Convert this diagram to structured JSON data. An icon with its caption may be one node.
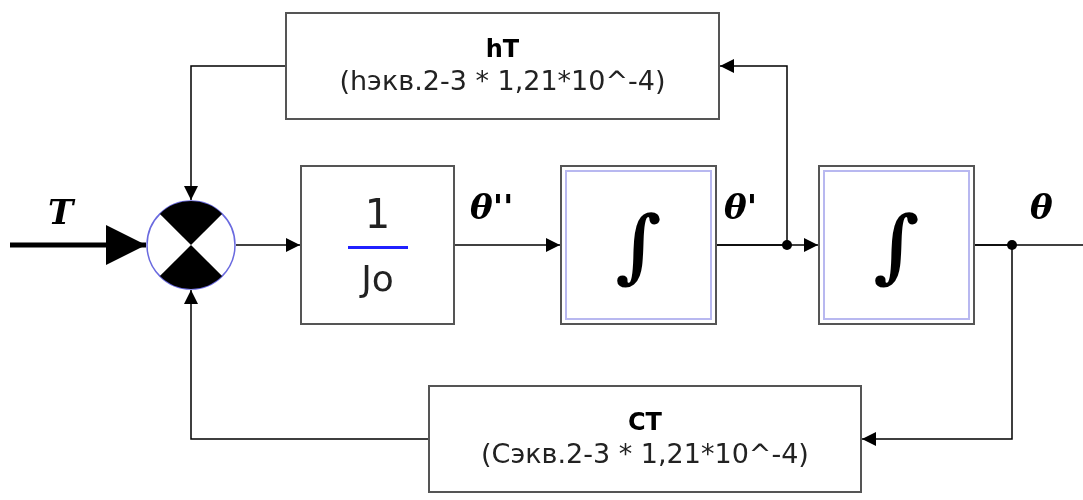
{
  "diagram": {
    "nodes": [
      {
        "text": [
          "hT",
          "(hэкв.2-3 * 1,21*10^-4)"
        ]
      },
      {
        "text": [],
        "shape": "circle"
      },
      {
        "text": [
          "1",
          "Jo"
        ]
      },
      {
        "text": [
          "∫"
        ]
      },
      {
        "text": [
          "∫"
        ]
      },
      {
        "text": [
          "CT",
          "(Cэкв.2-3 * 1,21*10^-4)"
        ]
      }
    ],
    "edges": [
      {
        "from": null,
        "to": 1,
        "arrow": "to",
        "label": "T",
        "style": "thick"
      },
      {
        "from": 1,
        "to": 2,
        "arrow": "to"
      },
      {
        "from": 2,
        "to": 3,
        "arrow": "to",
        "label": "θ''"
      },
      {
        "from": 3,
        "to": 4,
        "arrow": "to",
        "label": "θ'"
      },
      {
        "from": 4,
        "to": null,
        "arrow": "none",
        "label": "θ"
      },
      {
        "from": 3,
        "to": 0,
        "arrow": "to"
      },
      {
        "from": 0,
        "to": 1,
        "arrow": "to"
      },
      {
        "from": 4,
        "to": 5,
        "arrow": "to"
      },
      {
        "from": 5,
        "to": 1,
        "arrow": "to"
      }
    ]
  }
}
